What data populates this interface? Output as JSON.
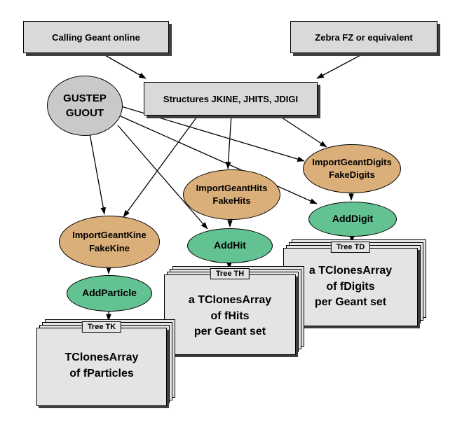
{
  "colors": {
    "background": "#ffffff",
    "box_fill": "#d9d9d9",
    "stack_fill": "#e4e4e4",
    "gray_ellipse": "#c9c9c9",
    "tan_ellipse": "#dbaf7a",
    "green_ellipse": "#63c292",
    "border": "#000000",
    "shadow": "#3f3f3f"
  },
  "nodes": {
    "calling_geant": {
      "label": "Calling Geant online"
    },
    "zebra_fz": {
      "label": "Zebra FZ or equivalent"
    },
    "structures": {
      "label": "Structures JKINE, JHITS, JDIGI"
    },
    "gustep": {
      "line1": "GUSTEP",
      "line2": "GUOUT"
    },
    "import_kine": {
      "line1": "ImportGeantKine",
      "line2": "FakeKine"
    },
    "import_hits": {
      "line1": "ImportGeantHits",
      "line2": "FakeHits"
    },
    "import_digits": {
      "line1": "ImportGeantDigits",
      "line2": "FakeDigits"
    },
    "add_particle": {
      "label": "AddParticle"
    },
    "add_hit": {
      "label": "AddHit"
    },
    "add_digit": {
      "label": "AddDigit"
    },
    "tree_tk": {
      "tab": "Tree TK",
      "lines": [
        "TClonesArray",
        "of fParticles"
      ]
    },
    "tree_th": {
      "tab": "Tree TH",
      "lines": [
        "a TClonesArray",
        "of fHits",
        "per Geant set"
      ]
    },
    "tree_td": {
      "tab": "Tree TD",
      "lines": [
        "a TClonesArray",
        "of fDigits",
        "per Geant set"
      ]
    }
  },
  "edges": [
    {
      "from": "calling_geant",
      "to": "structures"
    },
    {
      "from": "zebra_fz",
      "to": "structures"
    },
    {
      "from": "gustep",
      "to": "import_kine"
    },
    {
      "from": "gustep",
      "to": "add_hit"
    },
    {
      "from": "gustep",
      "to": "add_digit"
    },
    {
      "from": "gustep",
      "to": "import_digits"
    },
    {
      "from": "structures",
      "to": "import_kine"
    },
    {
      "from": "structures",
      "to": "import_hits"
    },
    {
      "from": "structures",
      "to": "import_digits"
    },
    {
      "from": "import_kine",
      "to": "add_particle"
    },
    {
      "from": "import_hits",
      "to": "add_hit"
    },
    {
      "from": "import_digits",
      "to": "add_digit"
    },
    {
      "from": "add_particle",
      "to": "tree_tk"
    },
    {
      "from": "add_hit",
      "to": "tree_th"
    },
    {
      "from": "add_digit",
      "to": "tree_td"
    }
  ]
}
